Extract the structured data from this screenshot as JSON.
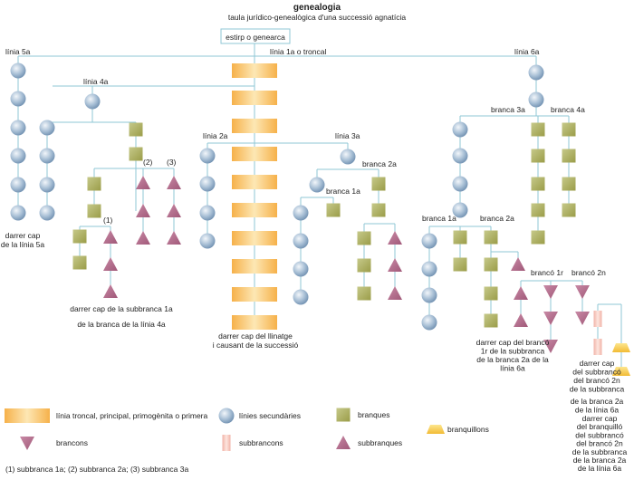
{
  "title": "genealogia",
  "subtitle": "taula jurídico-genealògica d'una successió agnatícia",
  "root": "estirp o genearca",
  "labels": {
    "linia_1a": "línia 1a o troncal",
    "linia_5a": "línia 5a",
    "linia_4a": "línia 4a",
    "linia_6a": "línia 6a",
    "linia_2a": "línia 2a",
    "linia_3a": "línia 3a",
    "branca_2a_l3": "branca 2a",
    "branca_1a_l3": "branca 1a",
    "branca_3a_l6": "branca 3a",
    "branca_4a_l6": "branca 4a",
    "branca_1a_l6": "branca 1a",
    "branca_2a_l6": "branca 2a",
    "branco_1r": "brancó 1r",
    "branco_2n": "brancó 2n",
    "m1": "(1)",
    "m2": "(2)",
    "m3": "(3)"
  },
  "notes": {
    "darrer_5a": [
      "darrer cap",
      "de la línia 5a"
    ],
    "darrer_sub1a": [
      "darrer cap de la subbranca 1a",
      "de la branca de la línia 4a"
    ],
    "darrer_llinatge": [
      "darrer cap del llinatge",
      "i causant de la successió"
    ],
    "darrer_branco_1r": [
      "darrer cap del brancó",
      "1r de la subbranca",
      "de la branca 2a de la",
      "línia 6a"
    ],
    "darrer_sub_branco_2n": [
      "darrer cap",
      "del subbrancó",
      "del brancó 2n",
      "de la subbranca"
    ],
    "de_la_branca": [
      "de la branca 2a",
      "de la línia 6a"
    ],
    "darrer_branquillo": [
      "darrer cap",
      "del branquilló",
      "del subbrancó",
      "del brancó 2n",
      "de la subbranca",
      "de la branca 2a",
      "de la línia 6a"
    ]
  },
  "legend": [
    {
      "key": "troncal",
      "label": "línia troncal, principal, primogènita o primera"
    },
    {
      "key": "secundaries",
      "label": "línies secundàries"
    },
    {
      "key": "branques",
      "label": "branques"
    },
    {
      "key": "branquillons",
      "label": "branquillons"
    },
    {
      "key": "brancons",
      "label": "brancons"
    },
    {
      "key": "subbrancons",
      "label": "subbrancons"
    },
    {
      "key": "subbranques",
      "label": "subbranques"
    }
  ],
  "footnote": "(1) subbranca 1a; (2) subbranca 2a; (3) subbranca 3a",
  "colors": {
    "line": "#8fc7d6",
    "troncal": "#f3a93c",
    "circle": "#9fb8d0",
    "square": "#a8aa58",
    "triangle": "#b46a8c",
    "subbranco": "#f0b5aa",
    "branquillo": "#f4c34a"
  }
}
